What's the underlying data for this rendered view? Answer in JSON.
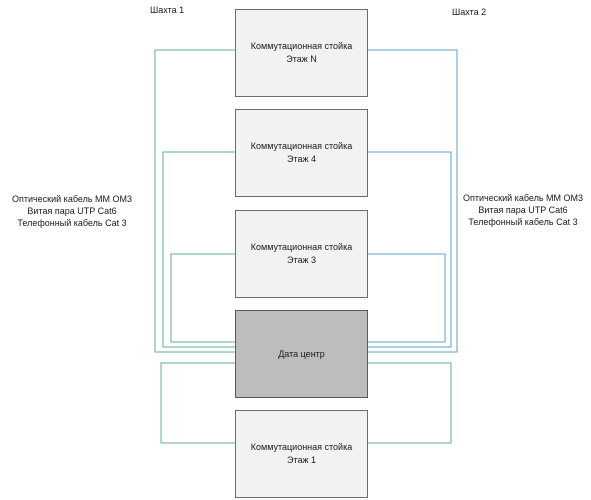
{
  "shafts": {
    "left": "Шахта 1",
    "right": "Шахта 2"
  },
  "racks": {
    "floor_n": {
      "title": "Коммутационная стойка",
      "floor": "Этаж N"
    },
    "floor_4": {
      "title": "Коммутационная стойка",
      "floor": "Этаж 4"
    },
    "floor_3": {
      "title": "Коммутационная стойка",
      "floor": "Этаж 3"
    },
    "datacenter": {
      "title": "Дата центр"
    },
    "floor_1": {
      "title": "Коммутационная стойка",
      "floor": "Этаж 1"
    }
  },
  "legend_left": [
    "Оптический кабель ММ ОМ3",
    "Витая пара UTP Cat6",
    "Телефонный кабель Cat 3"
  ],
  "legend_right": [
    "Оптический кабель ММ ОМ3",
    "Витая пара UTP Cat6",
    "Телефонный кабель Cat 3"
  ],
  "colors": {
    "green_line": "#5fae92",
    "blue_line": "#5f9fc8",
    "box_fill": "#f2f2f2",
    "datacenter_fill": "#bdbdbd",
    "box_border": "#6d6d6d"
  }
}
